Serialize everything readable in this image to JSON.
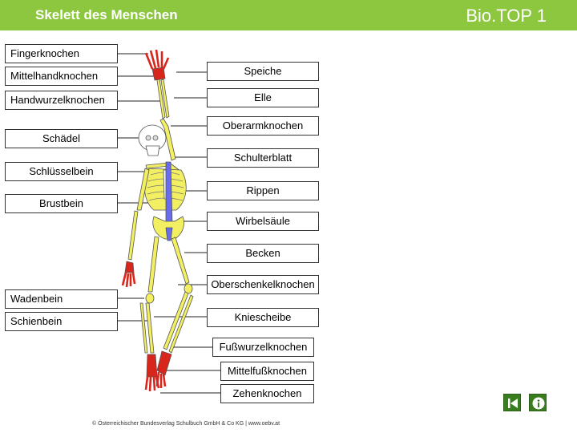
{
  "header": {
    "title": "Skelett des Menschen",
    "brand": "Bio.TOP 1",
    "bar_color": "#8dc63f"
  },
  "labels": {
    "left": [
      "Fingerknochen",
      "Mittelhandknochen",
      "Handwurzelknochen",
      "Schädel",
      "Schlüsselbein",
      "Brustbein",
      "Wadenbein",
      "Schienbein"
    ],
    "right": [
      "Speiche",
      "Elle",
      "Oberarmknochen",
      "Schulterblatt",
      "Rippen",
      "Wirbelsäule",
      "Becken",
      "Oberschenkelknochen",
      "Kniescheibe",
      "Fußwurzelknochen",
      "Mittelfußknochen",
      "Zehenknochen"
    ]
  },
  "colors": {
    "bone_yellow": "#f2ef62",
    "skull_white": "#ffffff",
    "spine_blue": "#6a6cf0",
    "hand_foot_red": "#d9261c",
    "nav_green": "#3a7d1f"
  },
  "footer": {
    "copyright": "© Österreichischer Bundesverlag Schulbuch GmbH & Co KG | www.oebv.at"
  },
  "nav": {
    "back_icon": "skip-back-icon",
    "info_icon": "info-icon"
  }
}
